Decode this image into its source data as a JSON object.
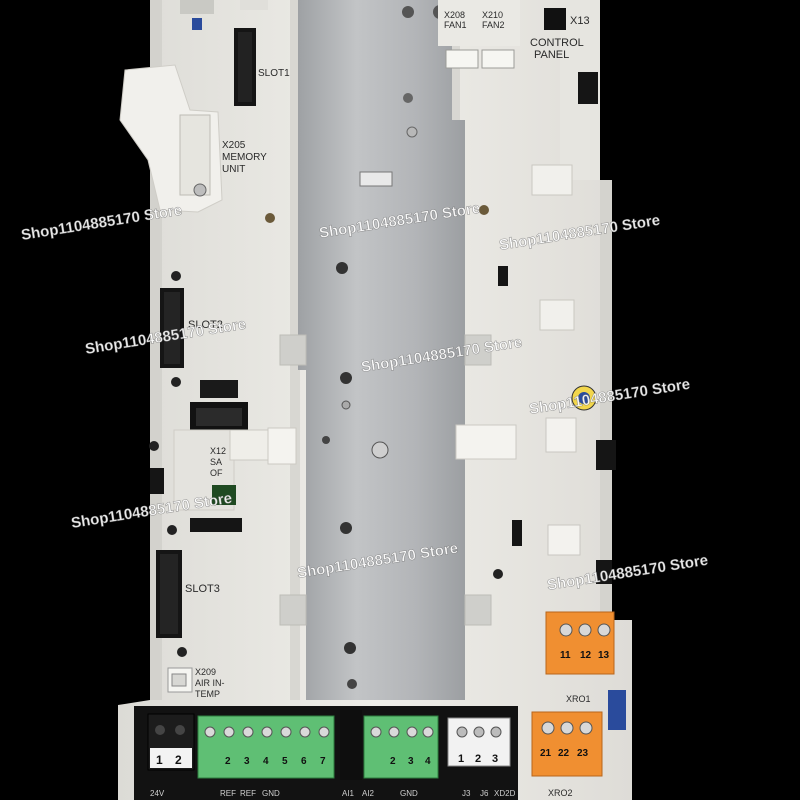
{
  "labels": {
    "x13": "X13",
    "control_panel_1": "CONTROL",
    "control_panel_2": "PANEL",
    "x208_1": "X208",
    "x208_2": "FAN1",
    "x210_1": "X210",
    "x210_2": "FAN2",
    "slot1": "SLOT1",
    "slot2": "SLOT2",
    "slot3": "SLOT3",
    "x205_1": "X205",
    "x205_2": "MEMORY",
    "x205_3": "UNIT",
    "x12_1": "X12",
    "x12_2": "SA",
    "x12_3": "OF",
    "x209_1": "X209",
    "x209_2": "AIR IN-",
    "x209_3": "TEMP",
    "xro1": "XRO1",
    "xro2": "XRO2",
    "bottom_1": "24V",
    "bottom_2": "REF",
    "bottom_3": "REF",
    "bottom_4": "GND",
    "bottom_5": "AI1",
    "bottom_6": "AI2",
    "bottom_7": "GND",
    "bottom_8": "J3",
    "bottom_9": "J6",
    "bottom_10": "XD2D"
  },
  "pins": {
    "black_block": [
      "1",
      "2"
    ],
    "green_block_1": [
      "2",
      "3",
      "4",
      "5",
      "6",
      "7"
    ],
    "green_block_2": [
      "2",
      "3",
      "4"
    ],
    "white_block": [
      "1",
      "2",
      "3"
    ],
    "xro1": [
      "11",
      "12",
      "13"
    ],
    "xro2": [
      "21",
      "22",
      "23"
    ]
  },
  "watermark": "Shop1104885170 Store",
  "colors": {
    "board": "#ecebe6",
    "plate": "#b7b9bb",
    "terminal_green": "#5fbf74",
    "terminal_orange": "#f08f31",
    "terminal_black": "#1c1c1c",
    "terminal_white": "#f2f2f2"
  }
}
